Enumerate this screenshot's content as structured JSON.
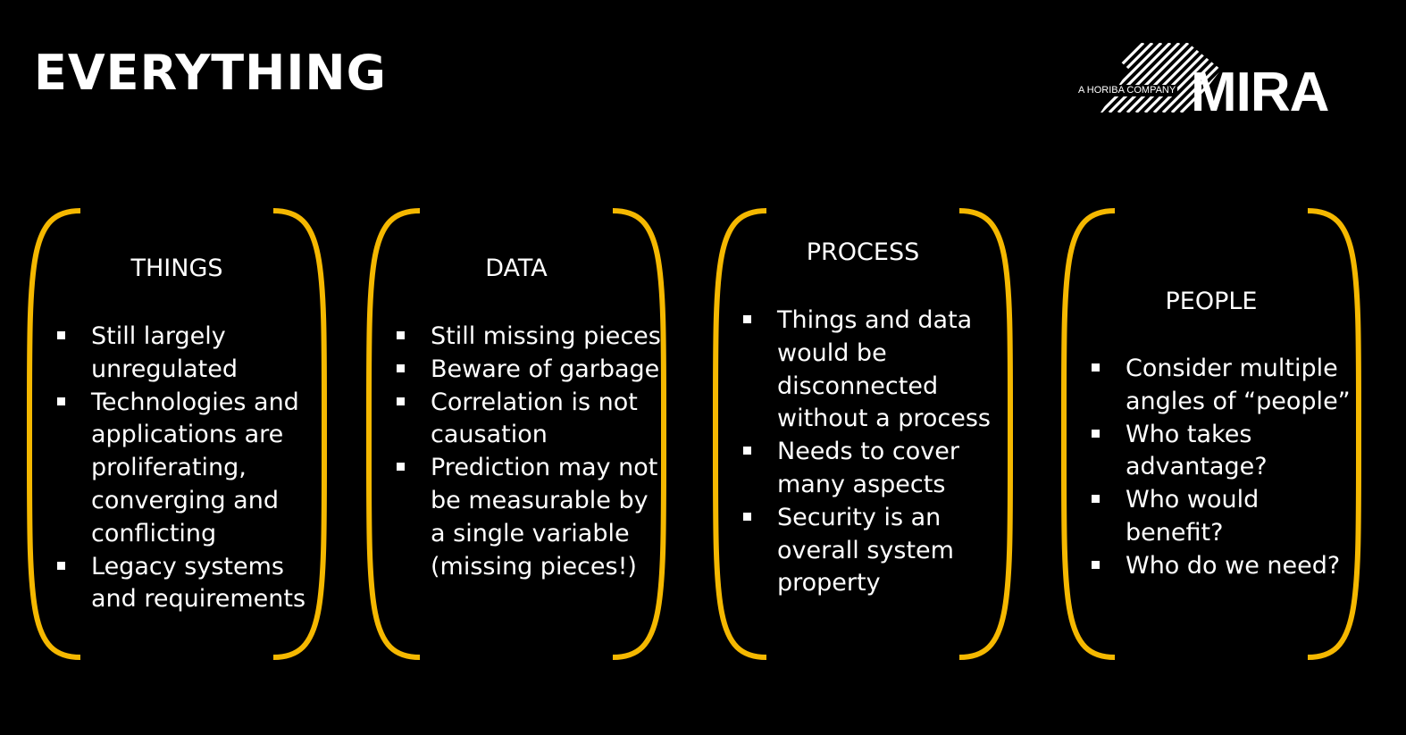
{
  "slide": {
    "title": "EVERYTHING",
    "accent_color": "#f5b800",
    "logo": {
      "tagline": "A HORIBA COMPANY",
      "word": "MIRA"
    },
    "panels": [
      {
        "heading": "THINGS",
        "bullets": [
          "Still largely\nunregulated",
          "Technologies and\napplications are\nproliferating,\nconverging and\nconflicting",
          "Legacy systems\nand requirements"
        ]
      },
      {
        "heading": "DATA",
        "bullets": [
          "Still missing pieces",
          "Beware of garbage",
          "Correlation is not\ncausation",
          "Prediction may not\nbe measurable by\na single variable\n(missing pieces!)"
        ]
      },
      {
        "heading": "PROCESS",
        "bullets": [
          "Things and data\nwould be\ndisconnected\nwithout a process",
          "Needs to cover\nmany aspects",
          "Security is an\noverall system\nproperty"
        ]
      },
      {
        "heading": "PEOPLE",
        "bullets": [
          "Consider multiple\nangles of “people”",
          "Who takes\nadvantage?",
          "Who would\nbenefit?",
          "Who do we need?"
        ]
      }
    ]
  }
}
